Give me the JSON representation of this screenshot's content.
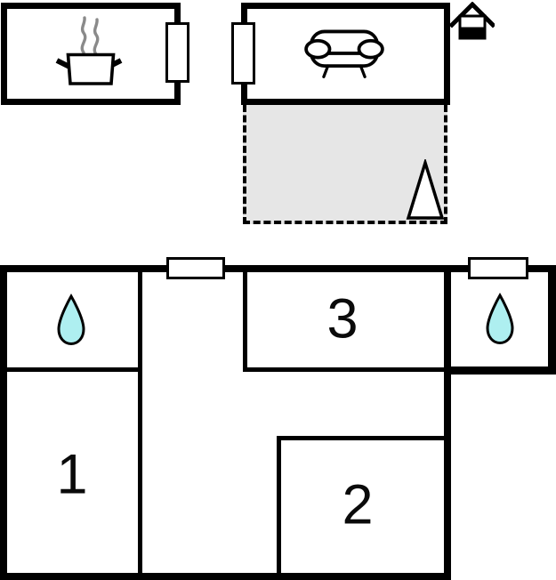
{
  "title": "floor-plan",
  "colors": {
    "wall": "#000000",
    "background": "#ffffff",
    "terrace_fill": "#e6e6e6",
    "water_drop_fill": "#aeeff0",
    "tree_fill": "#ffffff",
    "steam": "#8a8a8a",
    "line": "#000000"
  },
  "upper_plan": {
    "kitchen": {
      "icon": "cooking-pot-icon"
    },
    "living_room": {
      "icon": "sofa-icon"
    },
    "entrance_marker": {
      "icon": "house-icon"
    },
    "terrace": {
      "icon": "tree-icon",
      "outline_style": "dashed"
    }
  },
  "lower_plan": {
    "room_labels": {
      "room1": "1",
      "room2": "2",
      "room3": "3"
    },
    "bathroom_left": {
      "icon": "water-drop-icon"
    },
    "bathroom_right": {
      "icon": "water-drop-icon"
    }
  }
}
